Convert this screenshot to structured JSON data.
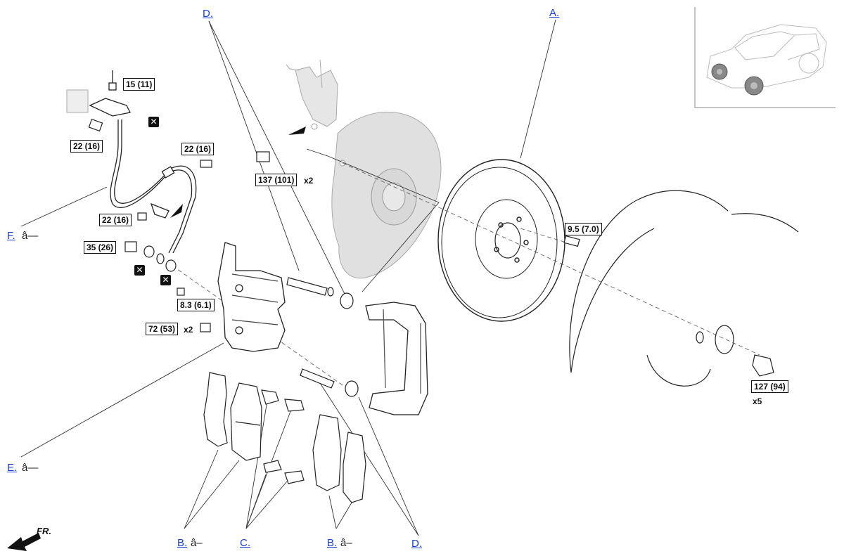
{
  "callouts": {
    "A": "A.",
    "B": "B.",
    "C": "C.",
    "D": "D.",
    "E": "E.",
    "F": "F."
  },
  "icon_suffix": {
    "book": "â—",
    "warning": "â–"
  },
  "torques": {
    "t1": "15 (11)",
    "t2": "22 (16)",
    "t3": "22 (16)",
    "t4": "137 (101)",
    "t5": "22 (16)",
    "t6": "35 (26)",
    "t7": "8.3 (6.1)",
    "t8": "72 (53)",
    "t9": "9.5 (7.0)",
    "t10": "127 (94)"
  },
  "quantities": {
    "q4": "x2",
    "q8": "x2",
    "q10": "x5"
  },
  "direction_label": "FR.",
  "non_reusable_mark": "✕",
  "icons": {
    "book": "service-manual-book-icon",
    "warning": "caution-triangle-icon",
    "non_reusable": "non-reusable-part-icon"
  }
}
